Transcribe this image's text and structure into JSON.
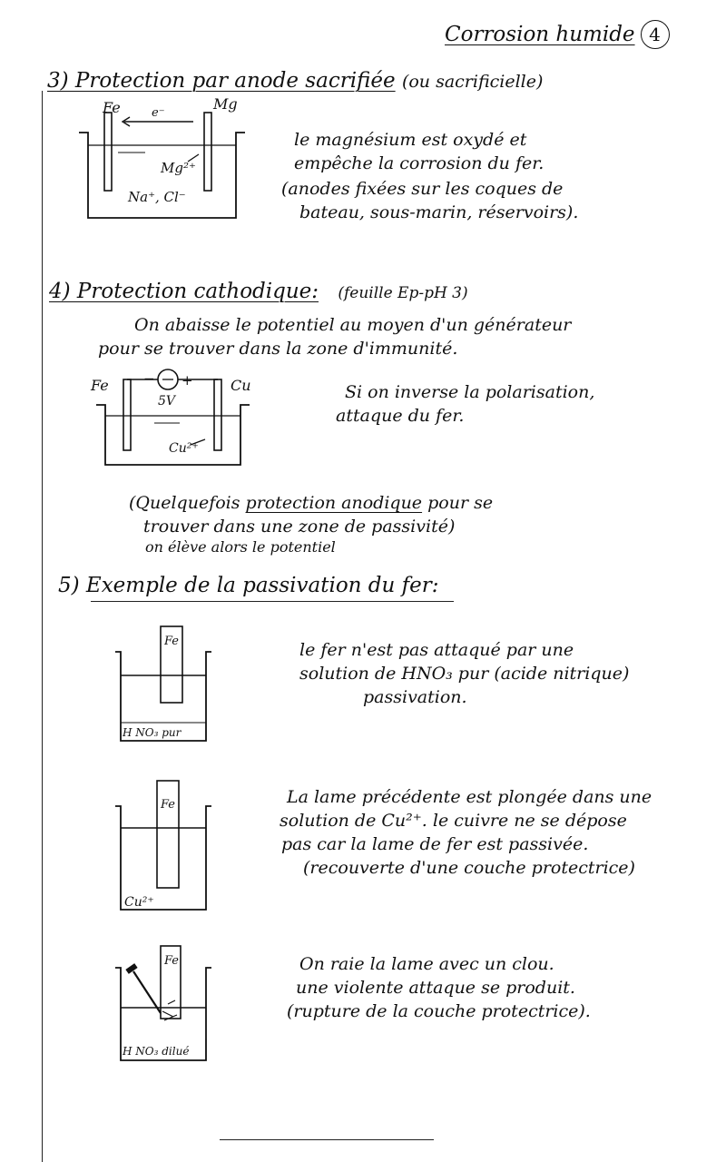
{
  "header": {
    "title": "Corrosion humide",
    "page_number": "4"
  },
  "section3": {
    "heading": "3) Protection par anode sacrifiée",
    "heading_note": "(ou sacrificielle)",
    "diagram": {
      "fe": "Fe",
      "electron": "e⁻",
      "mg": "Mg",
      "mg_ion": "Mg²⁺",
      "electrolyte": "Na⁺, Cl⁻"
    },
    "text": [
      "le magnésium est oxydé et",
      "empêche la corrosion du fer.",
      "(anodes fixées sur les coques de",
      "bateau, sous-marin, réservoirs)."
    ]
  },
  "section4": {
    "heading": "4) Protection cathodique:",
    "heading_note": "(feuille Ep-pH 3)",
    "text": [
      "On abaisse le potentiel au moyen d'un générateur",
      "pour se trouver dans la zone d'immunité."
    ],
    "diagram": {
      "fe": "Fe",
      "cu": "Cu",
      "minus": "−",
      "plus": "+",
      "voltage": "5V",
      "cu_ion": "Cu²⁺"
    },
    "side_text": [
      "Si on inverse la polarisation,",
      "attaque du fer."
    ],
    "note": [
      "(Quelquefois protection anodique pour se",
      "trouver dans une zone de passivité)",
      "on élève alors le potentiel"
    ],
    "note_underlined": "protection anodique"
  },
  "section5": {
    "heading": "5) Exemple de la passivation du fer:",
    "beaker1": {
      "fe": "Fe",
      "solution": "H NO₃ pur"
    },
    "text1": [
      "le fer n'est pas attaqué par une",
      "solution de HNO₃ pur (acide nitrique)",
      "passivation."
    ],
    "beaker2": {
      "fe": "Fe",
      "solution": "Cu²⁺"
    },
    "text2": [
      "La lame précédente est plongée dans une",
      "solution de Cu²⁺. le cuivre ne se dépose",
      "pas car la lame de fer est passivée.",
      "(recouverte d'une couche protectrice)"
    ],
    "beaker3": {
      "fe": "Fe",
      "solution": "H NO₃ dilué"
    },
    "text3": [
      "On raie la lame avec un clou.",
      "une violente attaque se produit.",
      "(rupture de la couche protectrice)."
    ]
  },
  "colors": {
    "ink": "#111111",
    "paper": "#ffffff"
  }
}
